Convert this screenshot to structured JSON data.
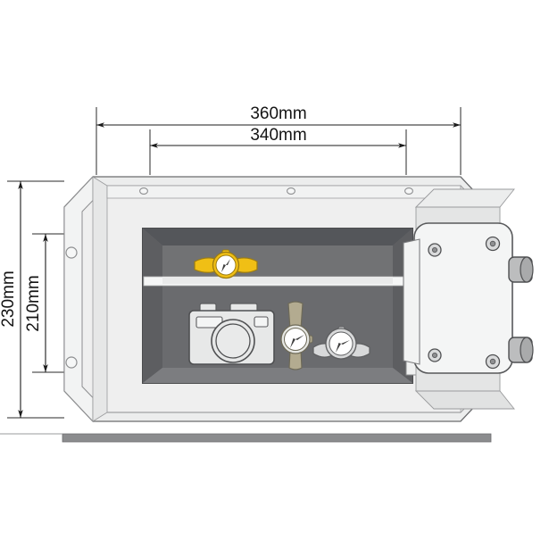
{
  "diagram": {
    "title": "Safe interior dimension diagram",
    "subject": "wall-mounted security safe, door open",
    "view": "front elevation, cutaway of interior",
    "background_color": "#ffffff"
  },
  "dimensions": {
    "width_outer": {
      "label": "360mm",
      "orientation": "horizontal",
      "position": "top-outer",
      "measures": "overall external width"
    },
    "width_inner": {
      "label": "340mm",
      "orientation": "horizontal",
      "position": "top-inner",
      "measures": "internal cavity width"
    },
    "height_outer": {
      "label": "230mm",
      "orientation": "vertical",
      "position": "left-outer",
      "measures": "overall external height"
    },
    "height_inner": {
      "label": "210mm",
      "orientation": "vertical",
      "position": "left-inner",
      "measures": "internal cavity height"
    }
  },
  "colors": {
    "body_fill": "#eceded",
    "body_fill_light": "#f3f4f4",
    "body_fill_shade": "#e2e3e3",
    "outline": "#58595b",
    "outline_soft": "#8d8e90",
    "interior_back": "#6f7072",
    "interior_side": "#5a5b5d",
    "interior_top": "#58595b",
    "interior_lower": "#66676a",
    "shelf": "#f4f5f5",
    "ground_bar": "#8b8c8e",
    "watch_gold": "#f0bf15",
    "watch_gold_dark": "#b8901a",
    "watch_face": "#ffffff",
    "watch_silver": "#d8d9da",
    "watch_strap_tan": "#b3ab90",
    "camera_body": "#e7e8e8",
    "hole_stroke": "#8d8e90"
  },
  "safe": {
    "body_label": "safe-body",
    "corner_style": "chamfered / beveled corners",
    "mounting_holes": {
      "top_count": 3,
      "left_count": 2,
      "note": "anchor holes on top flange and left flange"
    },
    "interior": {
      "shelf_count": 1,
      "shelf_label": "adjustable shelf",
      "compartments": [
        "upper shelf",
        "lower compartment"
      ]
    }
  },
  "door": {
    "label": "safe-door",
    "state": "open",
    "swing": "right-hand, opened outward",
    "face_bolts": 4,
    "locking_bolts": 2,
    "hinge_pins": 3
  },
  "contents": [
    {
      "name": "gold wristwatch",
      "location": "upper shelf",
      "strap_color": "#f0bf15",
      "face_color": "#ffffff"
    },
    {
      "name": "compact camera",
      "location": "lower compartment, left",
      "body_color": "#e7e8e8"
    },
    {
      "name": "tan strap wristwatch",
      "location": "lower compartment, center",
      "strap_color": "#b3ab90",
      "face_color": "#ffffff"
    },
    {
      "name": "silver wristwatch",
      "location": "lower compartment, right",
      "strap_color": "#d8d9da",
      "face_color": "#ffffff"
    }
  ],
  "ground": {
    "label": "floor / mounting surface bar",
    "color": "#8b8c8e"
  }
}
